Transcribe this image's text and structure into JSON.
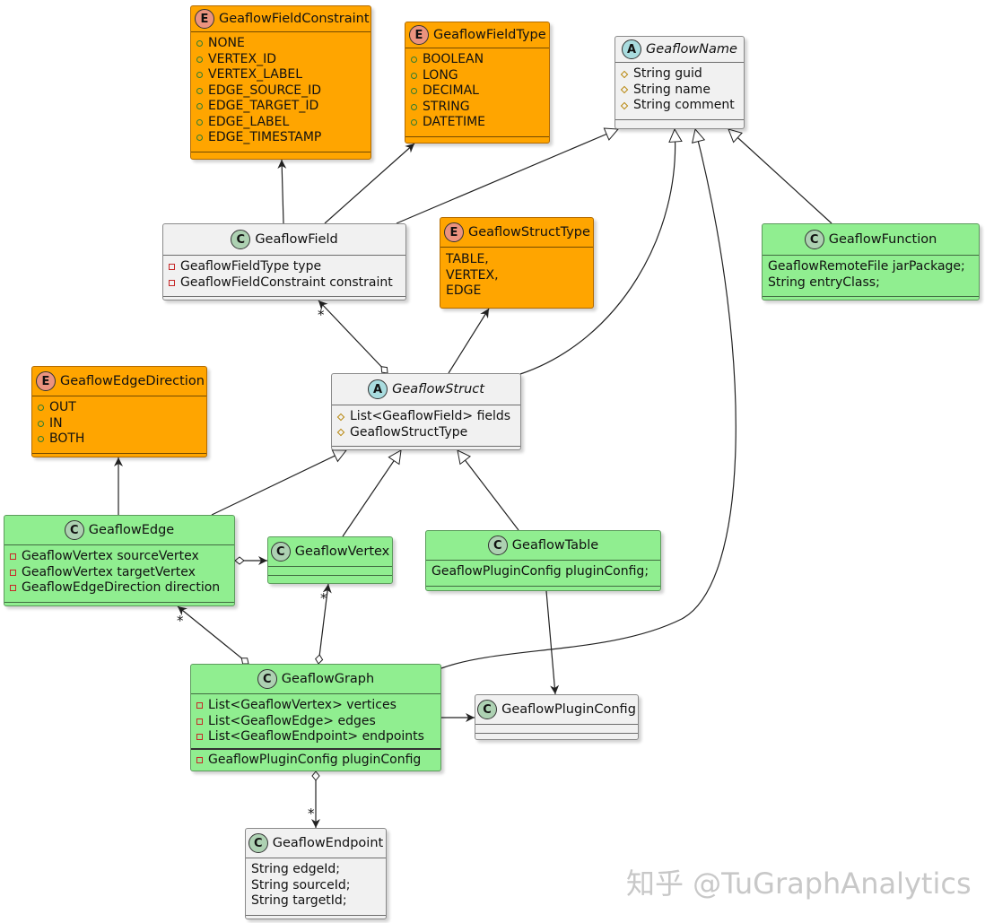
{
  "nodes": {
    "GeaflowFieldConstraint": {
      "stereotype": "E",
      "title": "GeaflowFieldConstraint",
      "items": [
        "NONE",
        "VERTEX_ID",
        "VERTEX_LABEL",
        "EDGE_SOURCE_ID",
        "EDGE_TARGET_ID",
        "EDGE_LABEL",
        "EDGE_TIMESTAMP"
      ]
    },
    "GeaflowFieldType": {
      "stereotype": "E",
      "title": "GeaflowFieldType",
      "items": [
        "BOOLEAN",
        "LONG",
        "DECIMAL",
        "STRING",
        "DATETIME"
      ]
    },
    "GeaflowName": {
      "stereotype": "A",
      "title": "GeaflowName",
      "items": [
        "String guid",
        "String name",
        "String comment"
      ]
    },
    "GeaflowField": {
      "stereotype": "C",
      "title": "GeaflowField",
      "items": [
        "GeaflowFieldType type",
        "GeaflowFieldConstraint constraint"
      ]
    },
    "GeaflowStructType": {
      "stereotype": "E",
      "title": "GeaflowStructType",
      "items": [
        "TABLE,",
        "VERTEX,",
        "EDGE"
      ]
    },
    "GeaflowFunction": {
      "stereotype": "C",
      "title": "GeaflowFunction",
      "items": [
        "GeaflowRemoteFile jarPackage;",
        "String entryClass;"
      ]
    },
    "GeaflowEdgeDirection": {
      "stereotype": "E",
      "title": "GeaflowEdgeDirection",
      "items": [
        "OUT",
        "IN",
        "BOTH"
      ]
    },
    "GeaflowStruct": {
      "stereotype": "A",
      "title": "GeaflowStruct",
      "items": [
        "List<GeaflowField> fields",
        "GeaflowStructType"
      ]
    },
    "GeaflowEdge": {
      "stereotype": "C",
      "title": "GeaflowEdge",
      "items": [
        "GeaflowVertex sourceVertex",
        "GeaflowVertex targetVertex",
        "GeaflowEdgeDirection direction"
      ]
    },
    "GeaflowVertex": {
      "stereotype": "C",
      "title": "GeaflowVertex",
      "items": []
    },
    "GeaflowTable": {
      "stereotype": "C",
      "title": "GeaflowTable",
      "items": [
        "GeaflowPluginConfig pluginConfig;"
      ]
    },
    "GeaflowGraph": {
      "stereotype": "C",
      "title": "GeaflowGraph",
      "items": [
        "List<GeaflowVertex> vertices",
        "List<GeaflowEdge> edges",
        "List<GeaflowEndpoint> endpoints"
      ],
      "methods": [
        "GeaflowPluginConfig pluginConfig"
      ]
    },
    "GeaflowPluginConfig": {
      "stereotype": "C",
      "title": "GeaflowPluginConfig",
      "items": []
    },
    "GeaflowEndpoint": {
      "stereotype": "C",
      "title": "GeaflowEndpoint",
      "items": [
        "String edgeId;",
        "String sourceId;",
        "String targetId;"
      ]
    }
  },
  "multiplicity": "*",
  "watermark": "知乎 @TuGraphAnalytics"
}
